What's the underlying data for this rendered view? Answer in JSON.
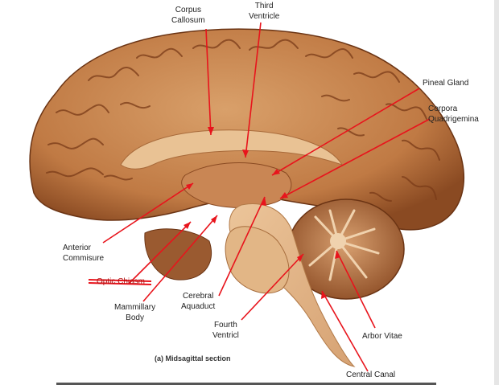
{
  "caption": "(a) Midsagittal section",
  "labels": {
    "corpus_callosum": [
      "Corpus",
      "Callosum"
    ],
    "third_ventricle": [
      "Third",
      "Ventricle"
    ],
    "pineal_gland": "Pineal Gland",
    "corpora_quadrigemina": [
      "Corpora",
      "Quadrigemina"
    ],
    "anterior_commisure": [
      "Anterior",
      "Commisure"
    ],
    "optic_chiasm_struck": "Optic Chiasm",
    "mammillary_body": [
      "Mammillary",
      "Body"
    ],
    "cerebral_aquaduct": [
      "Cerebral",
      "Aquaduct"
    ],
    "fourth_ventricle": [
      "Fourth",
      "Ventricl"
    ],
    "arbor_vitae": "Arbor Vitae",
    "central_canal": "Central Canal"
  },
  "colors": {
    "arrow": "#e8141c",
    "tissue": "#c98a52",
    "tissue_dark": "#7a3f1c",
    "tissue_light": "#e4bb8c"
  }
}
